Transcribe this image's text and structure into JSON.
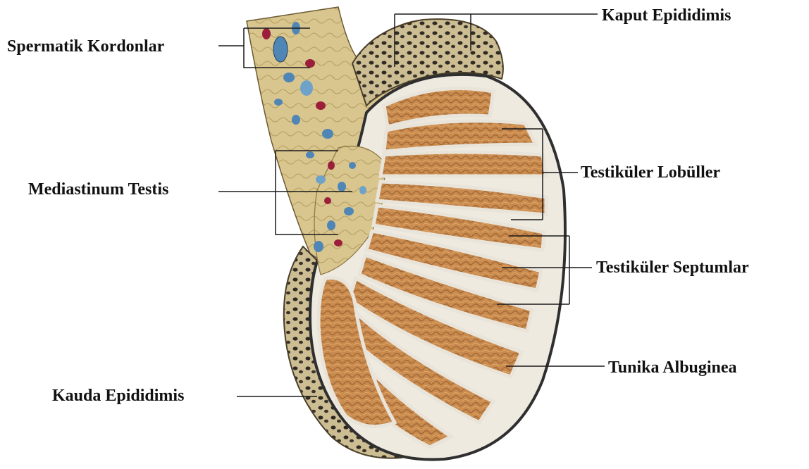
{
  "labels": {
    "spermatik_kordonlar": "Spermatik Kordonlar",
    "mediastinum_testis": "Mediastinum Testis",
    "kauda_epididimis": "Kauda Epididimis",
    "kaput_epididimis": "Kaput Epididimis",
    "testikuler_lobuller": "Testiküler Lobüller",
    "testikuler_septumlar": "Testiküler Septumlar",
    "tunika_albuginea": "Tunika Albuginea"
  },
  "colors": {
    "background": "#ffffff",
    "label_text": "#111111",
    "leader_line": "#1a1a1a",
    "lobule_fill": "#c98a4e",
    "lobule_dark": "#9c6432",
    "septum": "#e9e4da",
    "tunica": "#3b3b3b",
    "mediastinum": "#d8c58f",
    "vessel_blue": "#4f86b5",
    "vessel_red": "#9b1f3a",
    "epididymis": "#cdbd93"
  }
}
